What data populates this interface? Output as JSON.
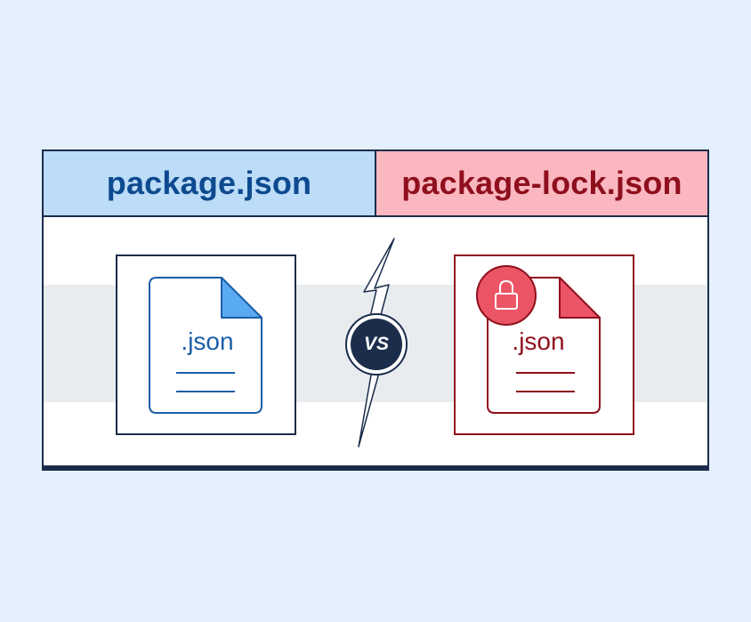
{
  "header": {
    "left_title": "package.json",
    "right_title": "package-lock.json"
  },
  "left_file": {
    "extension": ".json",
    "icon": "file-icon"
  },
  "right_file": {
    "extension": ".json",
    "icon": "locked-file-icon",
    "badge_icon": "lock-icon"
  },
  "versus": {
    "label": "VS",
    "icon": "lightning-divider-icon"
  },
  "colors": {
    "background": "#e4f1fc",
    "border": "#1b2d4b",
    "left_header_bg": "#bcdcf7",
    "left_accent": "#0d4a8f",
    "left_fold": "#5aaaf0",
    "right_header_bg": "#fab7c0",
    "right_accent": "#8f0f1d",
    "right_fold_and_badge": "#ec5565"
  }
}
